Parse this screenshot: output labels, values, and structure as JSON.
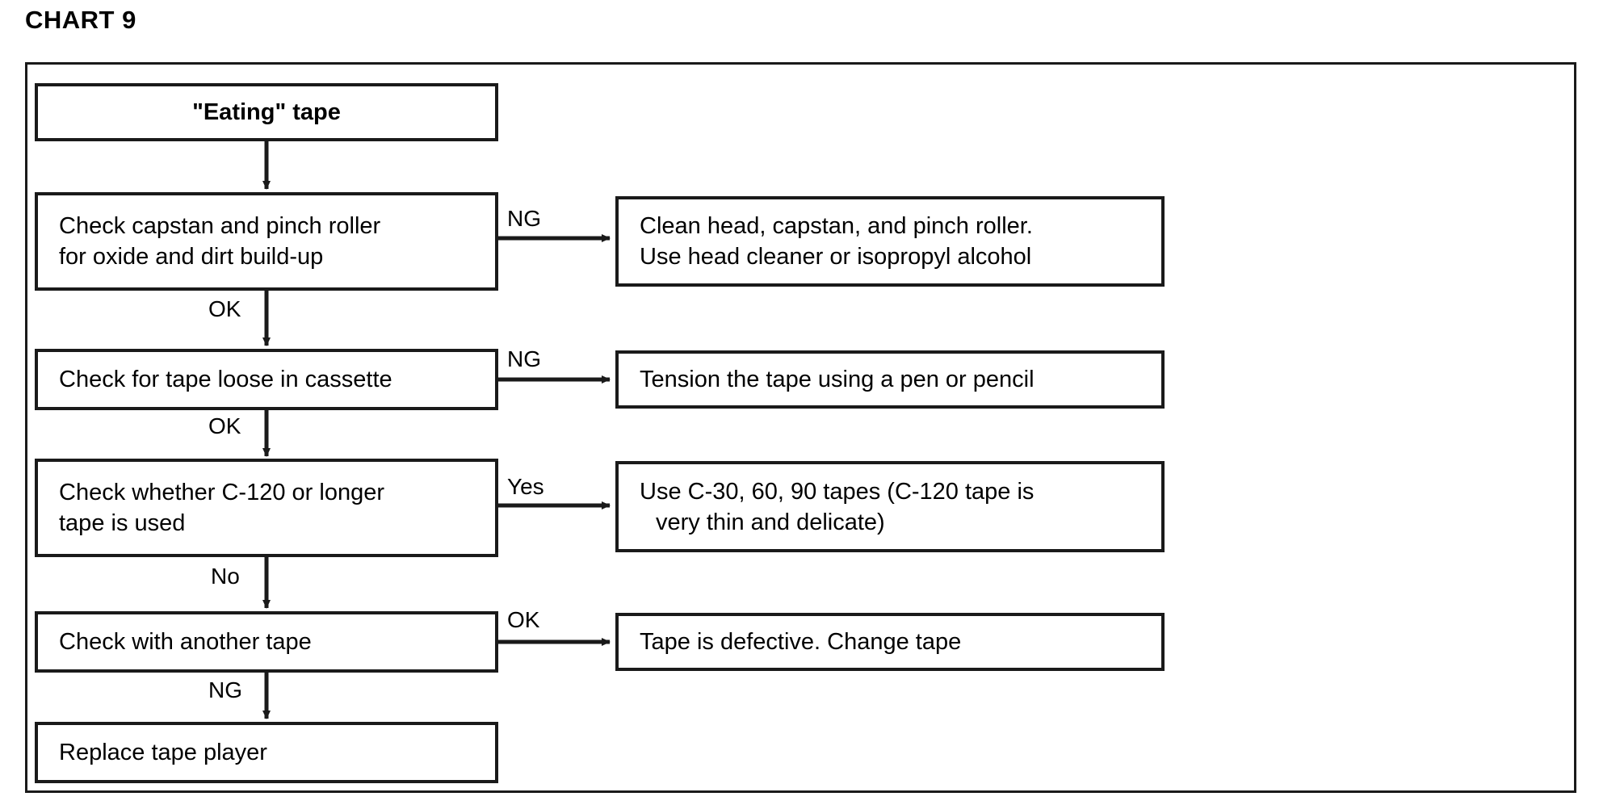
{
  "chart_data": {
    "type": "diagram",
    "title": "CHART 9",
    "subtype": "troubleshooting-flowchart",
    "nodes": [
      {
        "id": "start",
        "lines": [
          "\"Eating\" tape"
        ],
        "style": "bold-centered"
      },
      {
        "id": "check1",
        "lines": [
          "Check capstan and pinch roller",
          "for oxide and dirt build-up"
        ],
        "style": "plain-left"
      },
      {
        "id": "action1",
        "lines": [
          "Clean head, capstan, and pinch roller.",
          "Use head cleaner or isopropyl alcohol"
        ],
        "style": "plain-left"
      },
      {
        "id": "check2",
        "lines": [
          "Check for tape loose in cassette"
        ],
        "style": "plain-left"
      },
      {
        "id": "action2",
        "lines": [
          "Tension the tape using a pen or pencil"
        ],
        "style": "plain-left"
      },
      {
        "id": "check3",
        "lines": [
          "Check whether C-120 or longer",
          "tape is used"
        ],
        "style": "plain-left"
      },
      {
        "id": "action3",
        "lines": [
          "Use C-30, 60, 90 tapes (C-120 tape is",
          "very thin and delicate)"
        ],
        "style": "plain-left"
      },
      {
        "id": "check4",
        "lines": [
          "Check with another tape"
        ],
        "style": "plain-left"
      },
      {
        "id": "action4",
        "lines": [
          "Tape is defective. Change tape"
        ],
        "style": "plain-left"
      },
      {
        "id": "end",
        "lines": [
          "Replace tape player"
        ],
        "style": "plain-left"
      }
    ],
    "edges": [
      {
        "from": "start",
        "to": "check1",
        "label": "",
        "direction": "down"
      },
      {
        "from": "check1",
        "to": "action1",
        "label": "NG",
        "direction": "right"
      },
      {
        "from": "check1",
        "to": "check2",
        "label": "OK",
        "direction": "down"
      },
      {
        "from": "check2",
        "to": "action2",
        "label": "NG",
        "direction": "right"
      },
      {
        "from": "check2",
        "to": "check3",
        "label": "OK",
        "direction": "down"
      },
      {
        "from": "check3",
        "to": "action3",
        "label": "Yes",
        "direction": "right"
      },
      {
        "from": "check3",
        "to": "check4",
        "label": "No",
        "direction": "down"
      },
      {
        "from": "check4",
        "to": "action4",
        "label": "OK",
        "direction": "right"
      },
      {
        "from": "check4",
        "to": "end",
        "label": "NG",
        "direction": "down"
      }
    ],
    "colors": {
      "ink": "#1a1a1a",
      "background": "#ffffff"
    }
  },
  "title": "CHART 9",
  "nodes": {
    "start": {
      "l1": "\"Eating\" tape"
    },
    "check1": {
      "l1": "Check capstan and pinch roller",
      "l2": "for oxide and dirt build-up"
    },
    "action1": {
      "l1": "Clean head, capstan, and pinch roller.",
      "l2": "Use head cleaner or isopropyl alcohol"
    },
    "check2": {
      "l1": "Check for tape loose in cassette"
    },
    "action2": {
      "l1": "Tension the tape using a pen or pencil"
    },
    "check3": {
      "l1": "Check whether C-120 or longer",
      "l2": "tape is used"
    },
    "action3": {
      "l1": "Use C-30, 60, 90 tapes (C-120 tape is",
      "l2": "very thin and delicate)"
    },
    "check4": {
      "l1": "Check with another tape"
    },
    "action4": {
      "l1": "Tape is defective. Change tape"
    },
    "end": {
      "l1": "Replace tape player"
    }
  },
  "labels": {
    "ng1": "NG",
    "ok1": "OK",
    "ng2": "NG",
    "ok2": "OK",
    "yes3": "Yes",
    "no3": "No",
    "ok4": "OK",
    "ng4": "NG"
  }
}
